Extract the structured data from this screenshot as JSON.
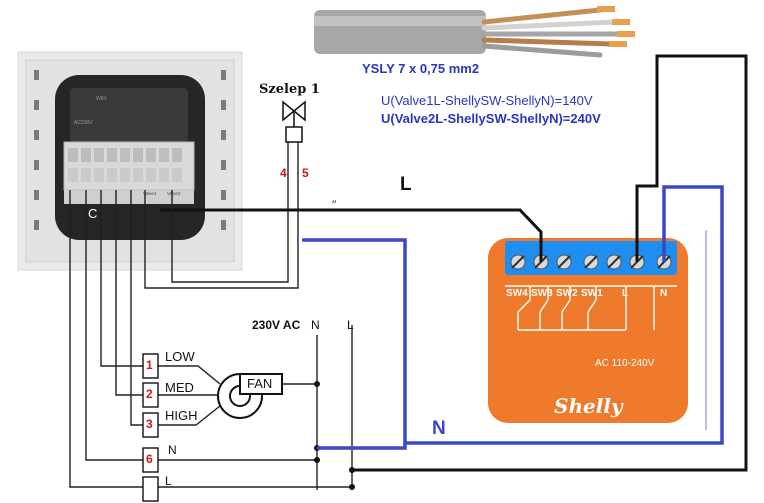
{
  "cable": {
    "label": "YSLY 7 x 0,75 mm2"
  },
  "measurements": {
    "valve1": "U(Valve1L-ShellySW-ShellyN)=140V",
    "valve2": "U(Valve2L-ShellySW-ShellyN)=240V"
  },
  "valve": {
    "label": "Szelep 1",
    "terminal_a": "4",
    "terminal_b": "5"
  },
  "thermostat": {
    "wifi": "WIFI",
    "rating": "AC230V",
    "valve1": "Valve1",
    "valve2": "Valve2",
    "terminal_c": "C"
  },
  "supply": {
    "label": "230V AC",
    "n": "N",
    "l": "L"
  },
  "wire_labels": {
    "l": "L",
    "n": "N",
    "tick": "′′"
  },
  "fan": {
    "label": "FAN",
    "speeds": [
      {
        "num": "1",
        "label": "LOW"
      },
      {
        "num": "2",
        "label": "MED"
      },
      {
        "num": "3",
        "label": "HIGH"
      }
    ],
    "neutral": {
      "num": "6",
      "label": "N"
    },
    "line": {
      "num": "",
      "label": "L"
    }
  },
  "shelly": {
    "brand": "Shelly",
    "rating": "AC 110-240V",
    "labels": [
      "SW4",
      "SW3",
      "SW2",
      "SW1",
      "L",
      "N"
    ]
  },
  "colors": {
    "neutral_wire": "#3b46c8",
    "measure_text": "#2a35c4",
    "terminal_number": "#d01818",
    "shelly_body": "#f07a2c",
    "shelly_terminal": "#1e8ff0"
  }
}
